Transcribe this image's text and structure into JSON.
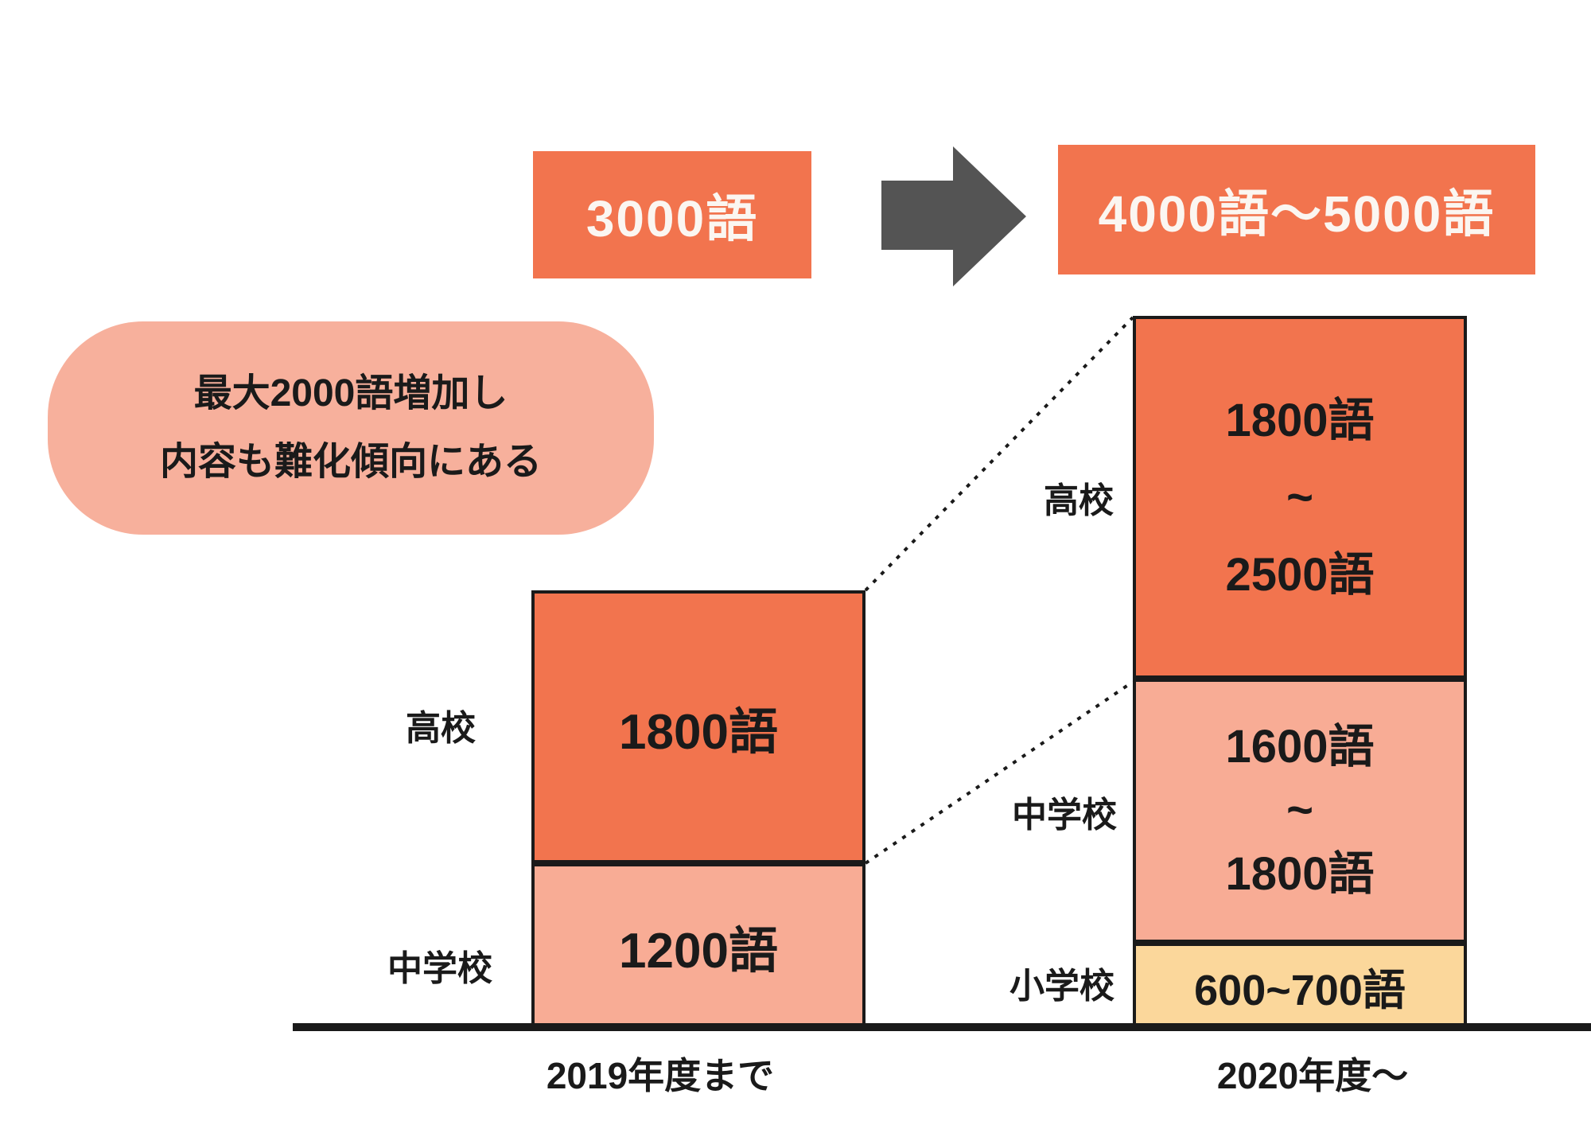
{
  "header": {
    "before_box": "3000語",
    "after_box": "4000語〜5000語"
  },
  "callout": {
    "line1": "最大2000語増加し",
    "line2": "内容も難化傾向にある"
  },
  "left_chart": {
    "axis_label": "2019年度まで",
    "segments": [
      {
        "label": "高校",
        "value": "1800語"
      },
      {
        "label": "中学校",
        "value": "1200語"
      }
    ]
  },
  "right_chart": {
    "axis_label": "2020年度〜",
    "segments": [
      {
        "label": "高校",
        "lines": [
          "1800語",
          "~",
          "2500語"
        ]
      },
      {
        "label": "中学校",
        "lines": [
          "1600語",
          "~",
          "1800語"
        ]
      },
      {
        "label": "小学校",
        "value": "600~700語"
      }
    ]
  },
  "colors": {
    "coral": "#F2744E",
    "salmon": "#F8AC95",
    "yellow": "#FBD79B",
    "bubble_pink": "#F7B09C",
    "arrow_gray": "#545454",
    "line_black": "#1a1a1a",
    "box_text_white": "#FBF6F1"
  },
  "chart_data": {
    "type": "bar",
    "subtype": "stacked_comparison",
    "title": "",
    "categories": [
      "2019年度まで",
      "2020年度〜"
    ],
    "series": [
      {
        "name": "小学校",
        "values": [
          null,
          "600~700語"
        ],
        "numeric_min_max": [
          [
            0,
            0
          ],
          [
            600,
            700
          ]
        ],
        "color": "#FBD79B"
      },
      {
        "name": "中学校",
        "values": [
          "1200語",
          "1600語~1800語"
        ],
        "numeric_min_max": [
          [
            1200,
            1200
          ],
          [
            1600,
            1800
          ]
        ],
        "color": "#F8AC95"
      },
      {
        "name": "高校",
        "values": [
          "1800語",
          "1800語~2500語"
        ],
        "numeric_min_max": [
          [
            1800,
            1800
          ],
          [
            1800,
            2500
          ]
        ],
        "color": "#F2744E"
      }
    ],
    "totals": [
      "3000語",
      "4000語〜5000語"
    ],
    "annotation": "最大2000語増加し 内容も難化傾向にある",
    "unit": "語",
    "legend_position": "none",
    "grid": false,
    "connectors": "dotted lines link 2019 segment tops to 2020 segment tops"
  }
}
